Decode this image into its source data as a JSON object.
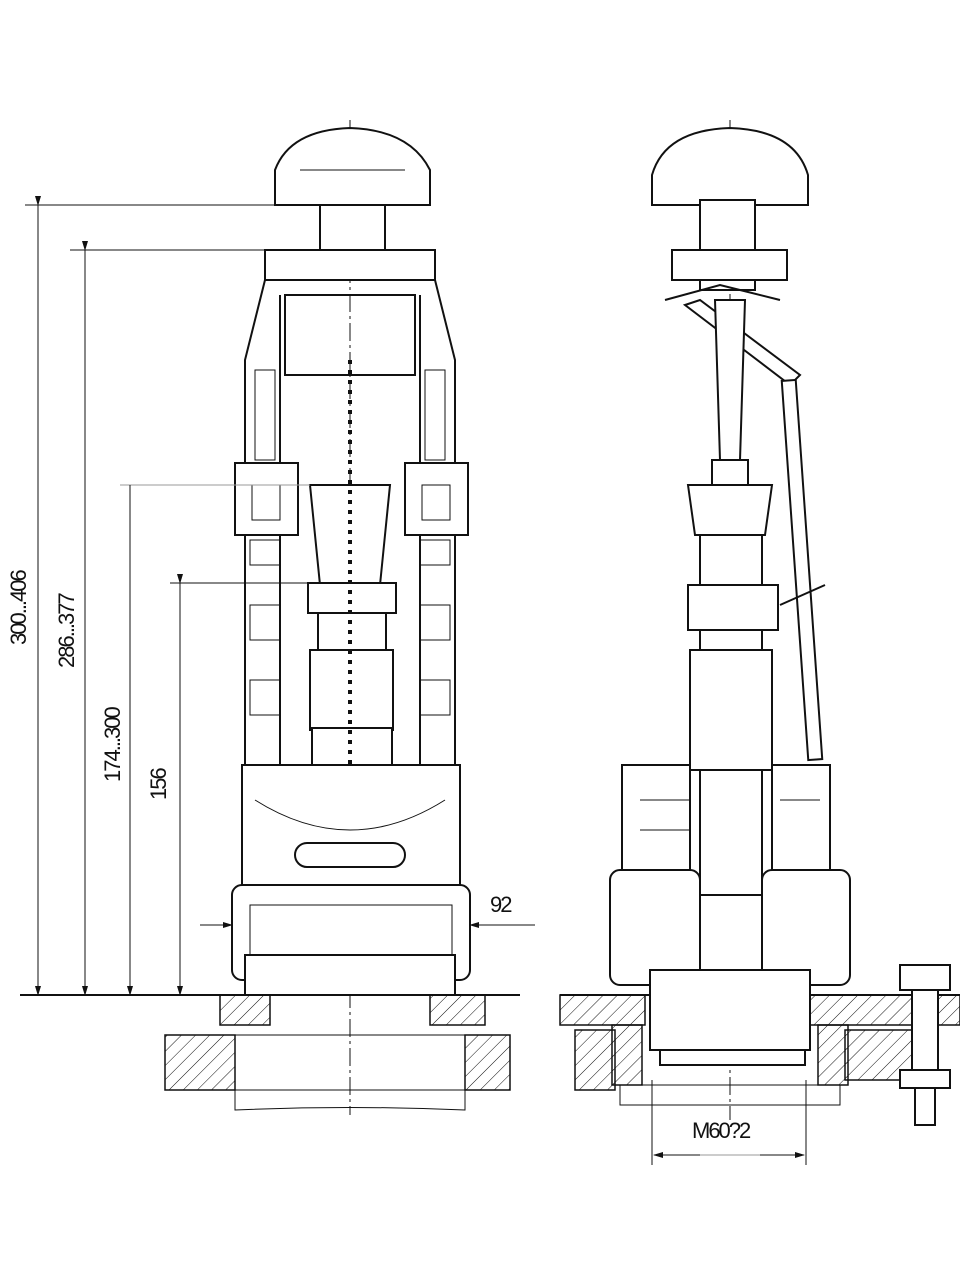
{
  "drawing": {
    "dimensions": {
      "overall_height": "300...406",
      "frame_height": "286...377",
      "float_height": "174...300",
      "valve_height": "156",
      "base_width": "92",
      "thread": "M60?2"
    },
    "line_color": "#111111",
    "guide_color": "#999999"
  }
}
